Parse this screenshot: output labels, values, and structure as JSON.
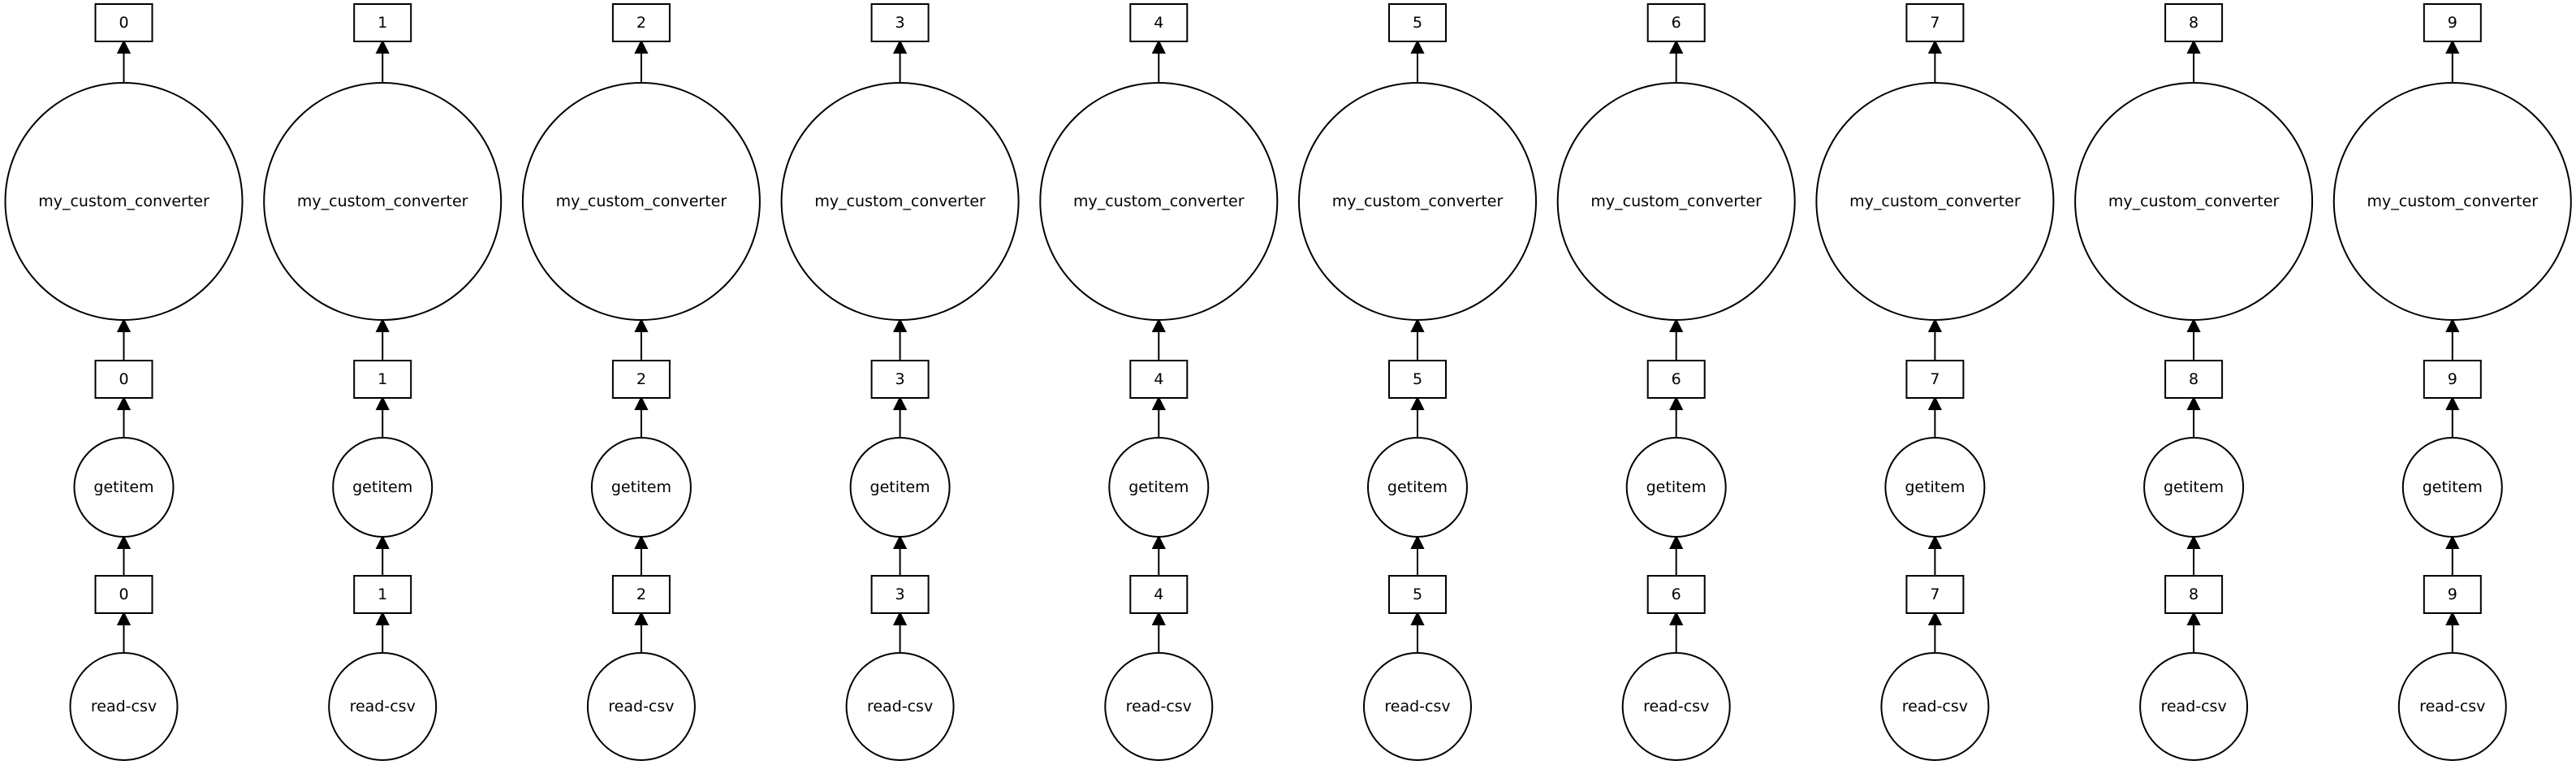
{
  "graph": {
    "columns": [
      {
        "output_key": "0",
        "converter_label": "my_custom_converter",
        "getitem_key": "0",
        "getitem_label": "getitem",
        "csv_key": "0",
        "reader_label": "read-csv"
      },
      {
        "output_key": "1",
        "converter_label": "my_custom_converter",
        "getitem_key": "1",
        "getitem_label": "getitem",
        "csv_key": "1",
        "reader_label": "read-csv"
      },
      {
        "output_key": "2",
        "converter_label": "my_custom_converter",
        "getitem_key": "2",
        "getitem_label": "getitem",
        "csv_key": "2",
        "reader_label": "read-csv"
      },
      {
        "output_key": "3",
        "converter_label": "my_custom_converter",
        "getitem_key": "3",
        "getitem_label": "getitem",
        "csv_key": "3",
        "reader_label": "read-csv"
      },
      {
        "output_key": "4",
        "converter_label": "my_custom_converter",
        "getitem_key": "4",
        "getitem_label": "getitem",
        "csv_key": "4",
        "reader_label": "read-csv"
      },
      {
        "output_key": "5",
        "converter_label": "my_custom_converter",
        "getitem_key": "5",
        "getitem_label": "getitem",
        "csv_key": "5",
        "reader_label": "read-csv"
      },
      {
        "output_key": "6",
        "converter_label": "my_custom_converter",
        "getitem_key": "6",
        "getitem_label": "getitem",
        "csv_key": "6",
        "reader_label": "read-csv"
      },
      {
        "output_key": "7",
        "converter_label": "my_custom_converter",
        "getitem_key": "7",
        "getitem_label": "getitem",
        "csv_key": "7",
        "reader_label": "read-csv"
      },
      {
        "output_key": "8",
        "converter_label": "my_custom_converter",
        "getitem_key": "8",
        "getitem_label": "getitem",
        "csv_key": "8",
        "reader_label": "read-csv"
      },
      {
        "output_key": "9",
        "converter_label": "my_custom_converter",
        "getitem_key": "9",
        "getitem_label": "getitem",
        "csv_key": "9",
        "reader_label": "read-csv"
      }
    ]
  }
}
